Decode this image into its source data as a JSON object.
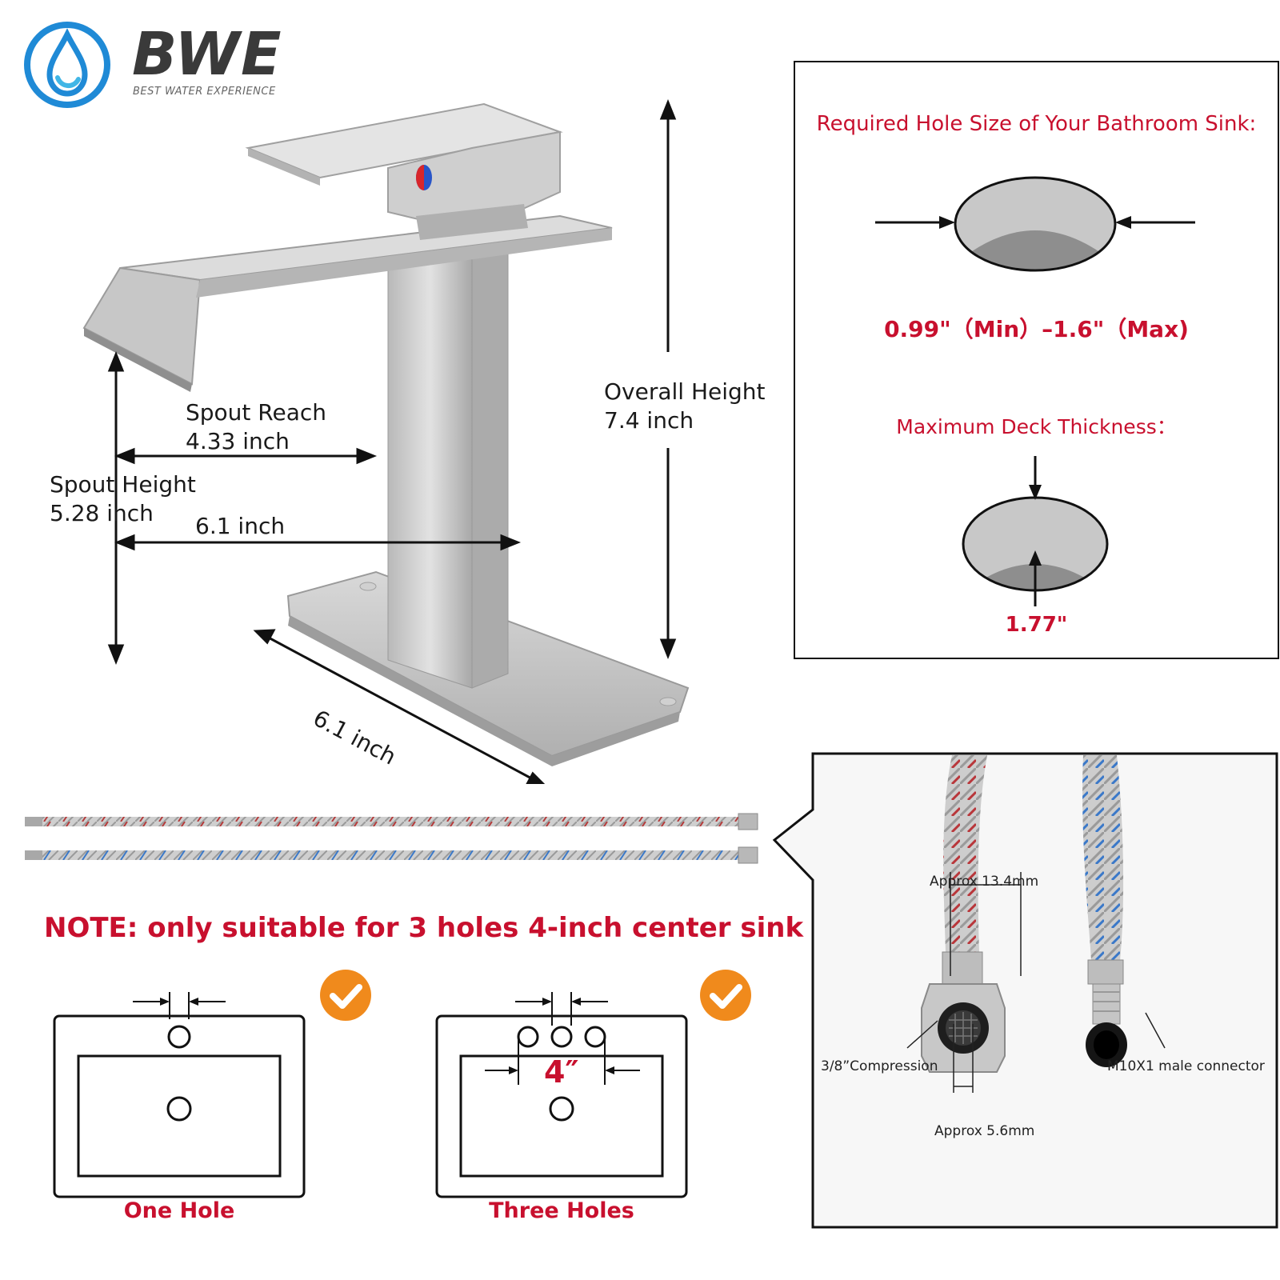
{
  "brand": {
    "name": "BWE",
    "tagline": "BEST WATER EXPERIENCE",
    "logo_color": "#1f8ad6"
  },
  "dimensions": {
    "spout_reach": {
      "label": "Spout Reach",
      "value": "4.33 inch"
    },
    "spout_height": {
      "label": "Spout Height",
      "value": "5.28 inch"
    },
    "overall_height": {
      "label": "Overall Height",
      "value": "7.4 inch"
    },
    "base_width": {
      "value": "6.1 inch"
    },
    "base_depth": {
      "value": "6.1 inch"
    }
  },
  "hole_size_panel": {
    "title": "Required Hole Size of Your Bathroom Sink:",
    "range": "0.99\"（Min）–1.6\"（Max)"
  },
  "deck_panel": {
    "title": "Maximum Deck Thickness：",
    "value": "1.77\""
  },
  "note": "NOTE: only suitable for 3 holes 4-inch center sink",
  "sinks": {
    "one_hole": {
      "label": "One Hole",
      "checked": true
    },
    "three_holes": {
      "label": "Three Holes",
      "checked": true,
      "spacing": "4″"
    }
  },
  "hose_detail": {
    "approx_outer": "Approx 13.4mm",
    "compression": "3/8”Compression",
    "approx_inner": "Approx 5.6mm",
    "male_connector": "M10X1 male connector"
  },
  "colors": {
    "accent_red": "#c8102e",
    "check_orange": "#f08a1c",
    "steel": "#c9c9c9"
  }
}
